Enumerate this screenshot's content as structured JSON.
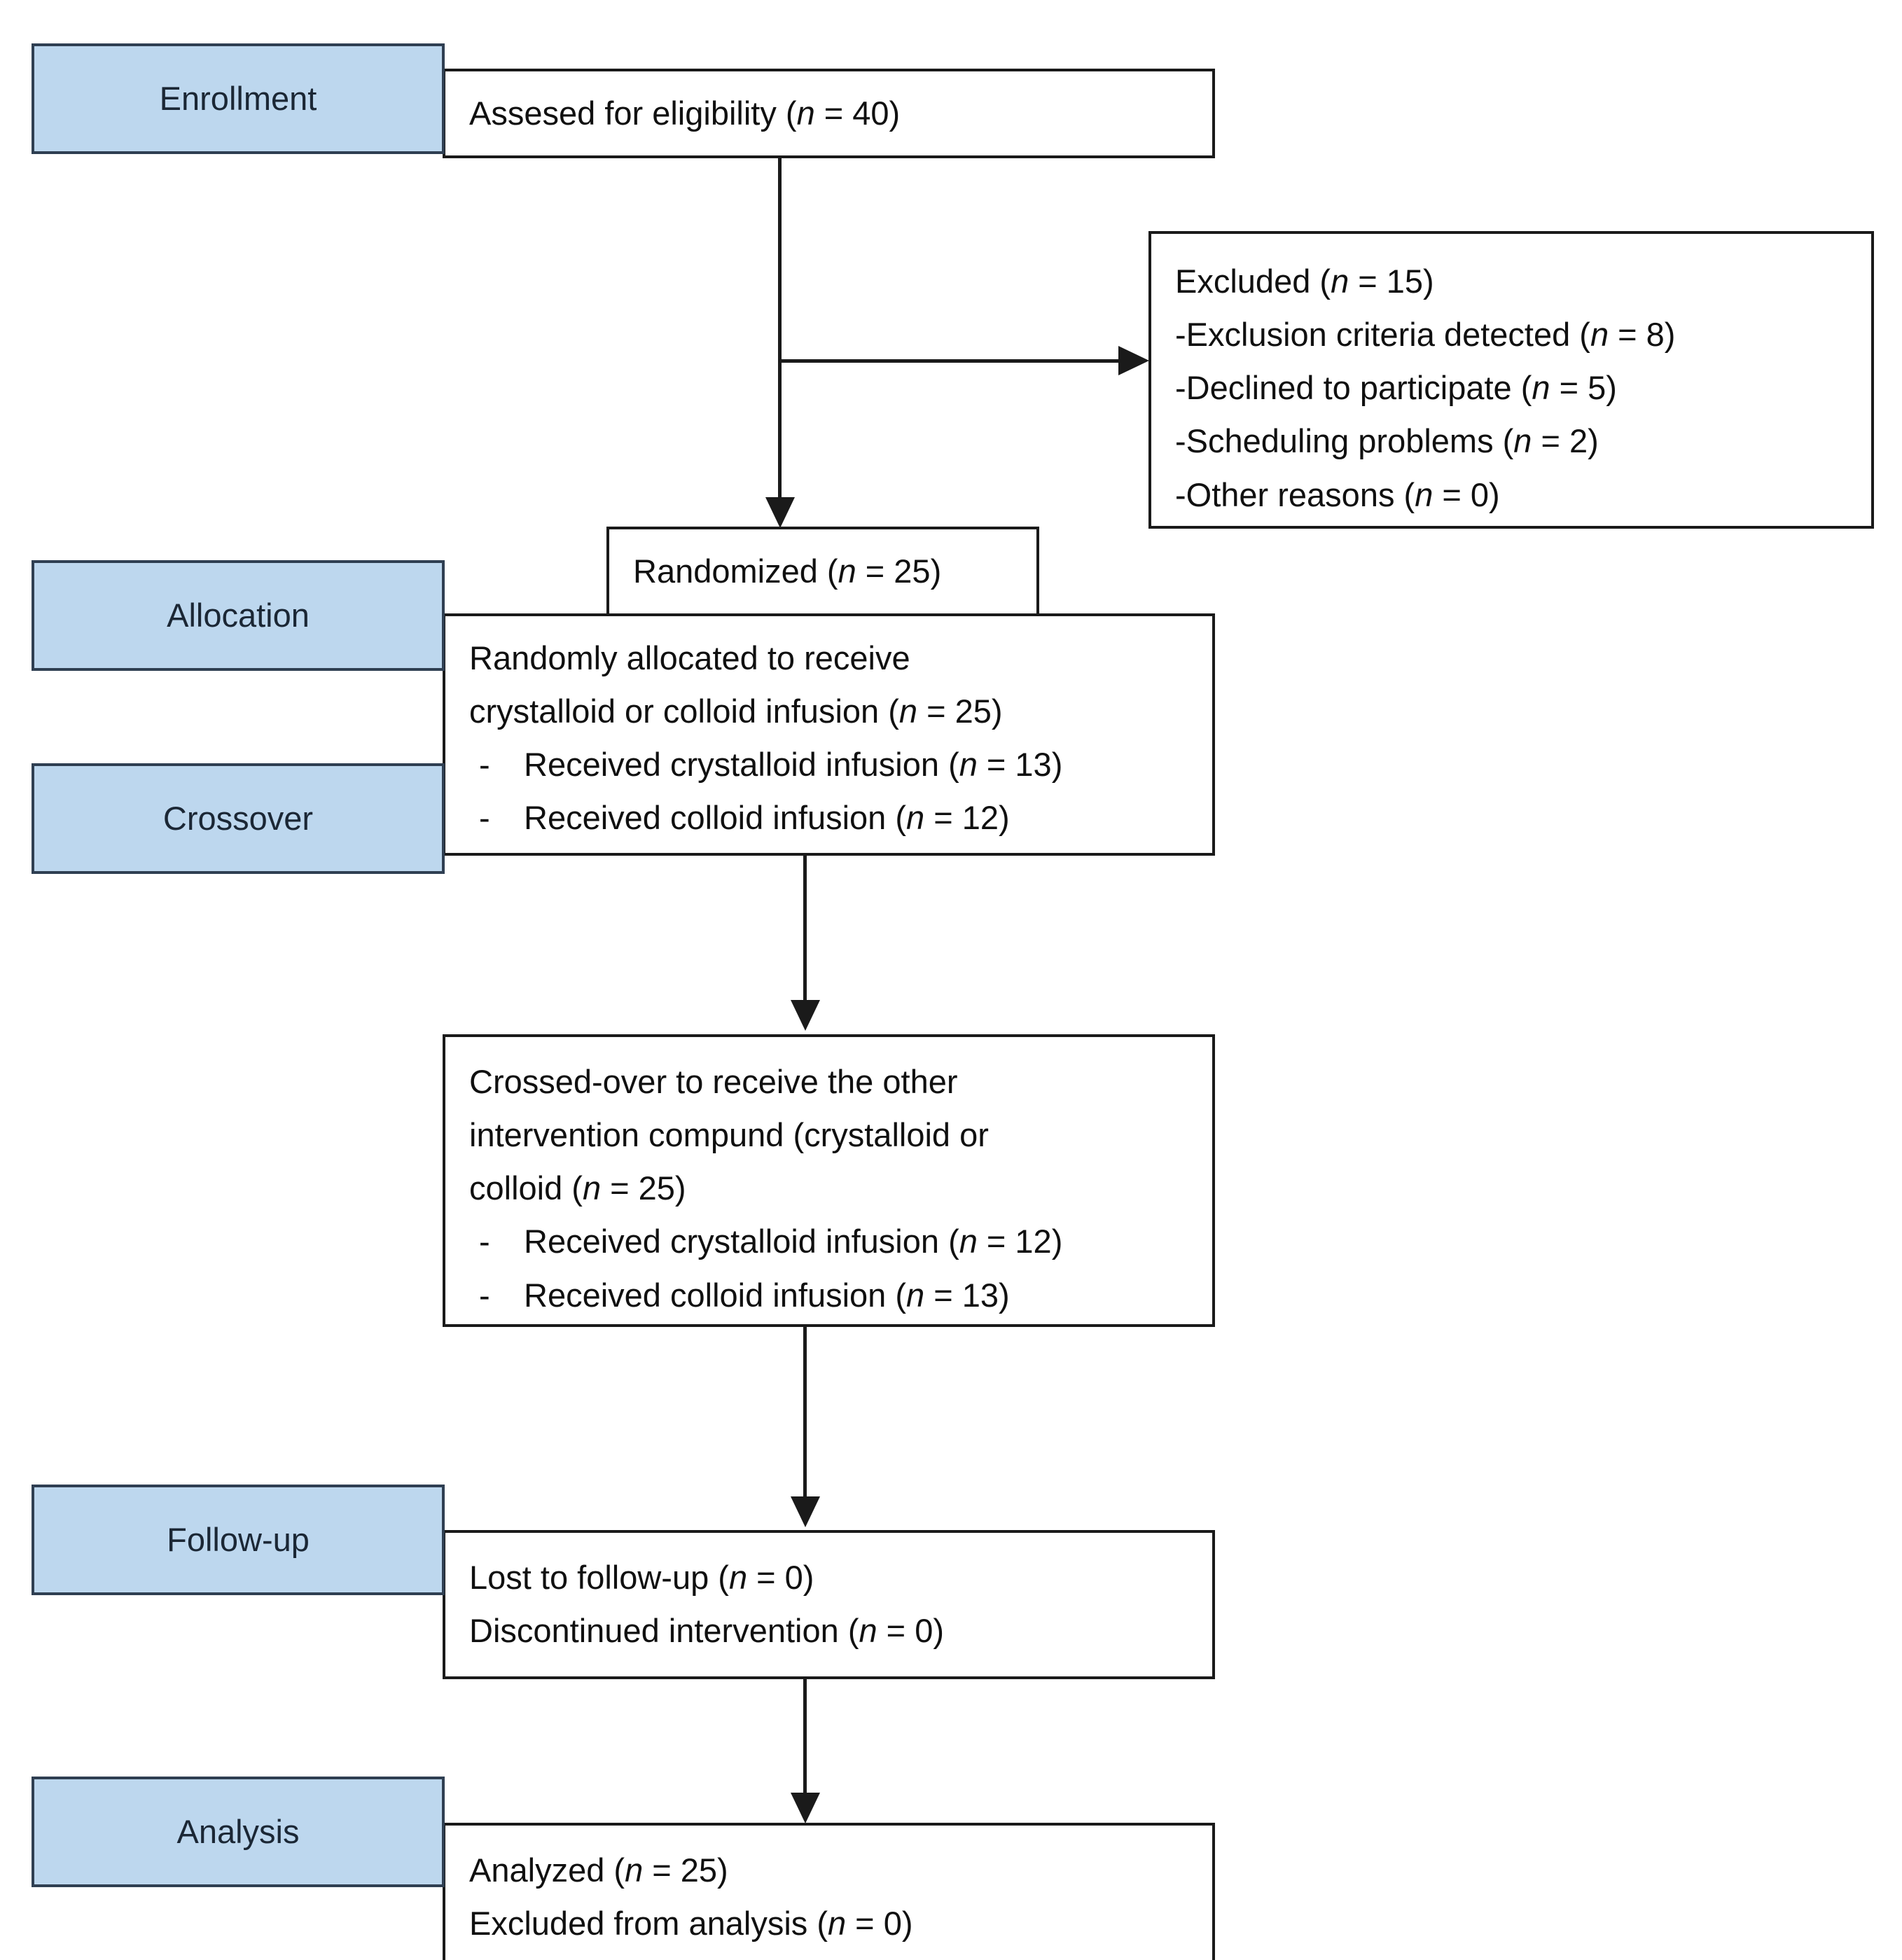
{
  "diagram": {
    "title": "CONSORT participant flow diagram",
    "accent_blue": "#bdd7ee",
    "label_border": "#2f3f52",
    "box_border": "#1a1a1a",
    "text_color": "#101010"
  },
  "stages": [
    {
      "id": "enrollment",
      "label": "Enrollment"
    },
    {
      "id": "allocation",
      "label": "Allocation"
    },
    {
      "id": "crossover",
      "label": "Crossover"
    },
    {
      "id": "followup",
      "label": "Follow-up"
    },
    {
      "id": "analysis",
      "label": "Analysis"
    }
  ],
  "boxes": {
    "assessed": {
      "line1": "Assesed for eligibility (",
      "n_symbol": "n",
      "line1_tail": " = 40)"
    },
    "excluded": {
      "heading_pre": "Excluded (",
      "heading_n": "n",
      "heading_post": " = 15)",
      "reasons": [
        {
          "text_pre": "-Exclusion criteria detected (",
          "n": "n",
          "text_post": " = 8)"
        },
        {
          "text_pre": "-Declined to participate (",
          "n": "n",
          "text_post": " = 5)"
        },
        {
          "text_pre": "-Scheduling problems (",
          "n": "n",
          "text_post": " = 2)"
        },
        {
          "text_pre": "-Other reasons (",
          "n": "n",
          "text_post": " = 0)"
        }
      ]
    },
    "randomized": {
      "text_pre": "Randomized (",
      "n": "n",
      "text_post": " = 25)"
    },
    "allocated": {
      "line1": "Randomly allocated to receive",
      "line2_pre": "crystalloid or colloid infusion (",
      "line2_n": "n",
      "line2_post": " = 25)",
      "bullets": [
        {
          "dash": "-",
          "text_pre": "Received crystalloid infusion (",
          "n": "n",
          "text_post": " = 13)"
        },
        {
          "dash": "-",
          "text_pre": "Received colloid infusion (",
          "n": "n",
          "text_post": " = 12)"
        }
      ]
    },
    "crossed_over": {
      "line1": "Crossed-over to receive the other",
      "line2": "intervention compund (crystalloid or",
      "line3_pre": "colloid (",
      "line3_n": "n",
      "line3_post": " = 25)",
      "bullets": [
        {
          "dash": "-",
          "text_pre": "Received crystalloid infusion (",
          "n": "n",
          "text_post": " = 12)"
        },
        {
          "dash": "-",
          "text_pre": "Received colloid infusion (",
          "n": "n",
          "text_post": " = 13)"
        }
      ]
    },
    "followup": {
      "line1_pre": "Lost to follow-up (",
      "line1_n": "n",
      "line1_post": " = 0)",
      "line2_pre": "Discontinued intervention (",
      "line2_n": "n",
      "line2_post": " = 0)"
    },
    "analysis": {
      "line1_pre": "Analyzed (",
      "line1_n": "n",
      "line1_post": " = 25)",
      "line2_pre": "Excluded from analysis (",
      "line2_n": "n",
      "line2_post": " = 0)"
    }
  }
}
